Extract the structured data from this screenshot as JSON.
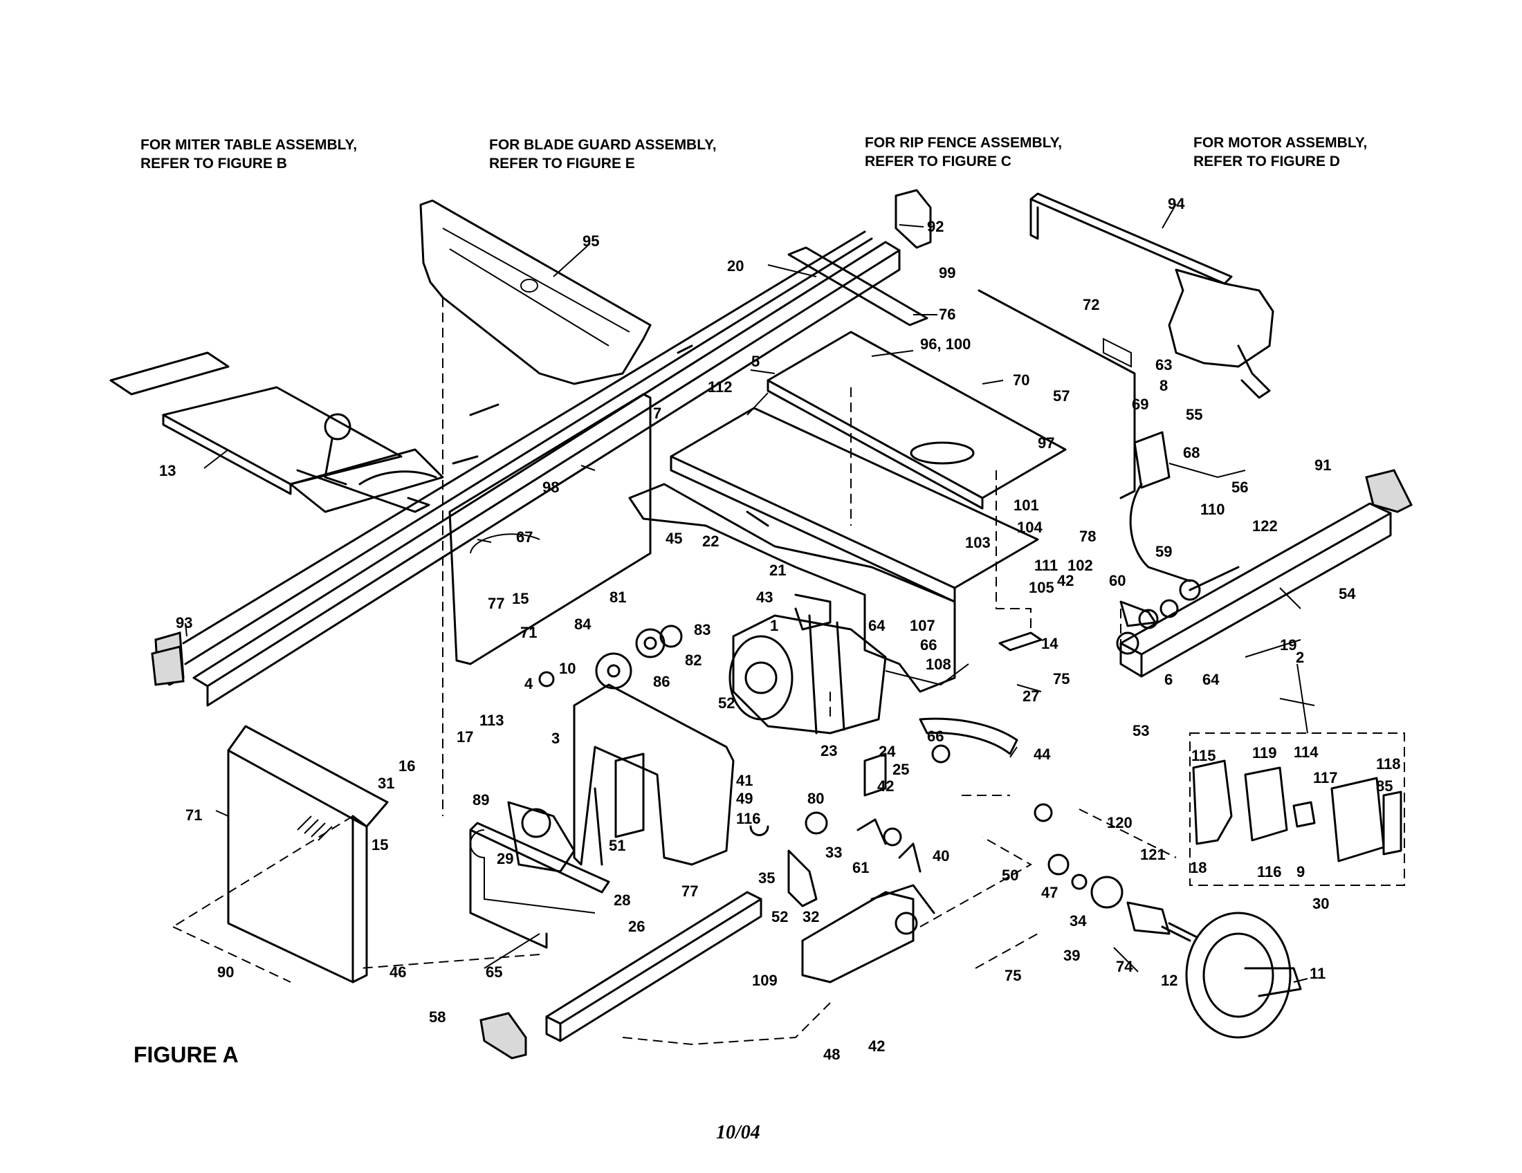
{
  "references": [
    {
      "line1": "FOR MITER TABLE ASSEMBLY,",
      "line2": "REFER TO FIGURE B"
    },
    {
      "line1": "FOR BLADE GUARD ASSEMBLY,",
      "line2": "REFER TO FIGURE E"
    },
    {
      "line1": "FOR RIP FENCE ASSEMBLY,",
      "line2": "REFER TO FIGURE C"
    },
    {
      "line1": "FOR MOTOR ASSEMBLY,",
      "line2": "REFER TO FIGURE D"
    }
  ],
  "figure_title": "FIGURE A",
  "page_code": "10/04",
  "part_labels": [
    "92",
    "94",
    "95",
    "20",
    "99",
    "76",
    "72",
    "96, 100",
    "63",
    "8",
    "70",
    "5",
    "7",
    "57",
    "69",
    "55",
    "112",
    "97",
    "68",
    "56",
    "110",
    "91",
    "13",
    "98",
    "101",
    "104",
    "122",
    "45",
    "22",
    "21",
    "78",
    "59",
    "67",
    "103",
    "111",
    "102",
    "42",
    "60",
    "81",
    "43",
    "105",
    "54",
    "93",
    "15",
    "77",
    "71",
    "84",
    "83",
    "1",
    "64",
    "107",
    "66",
    "108",
    "14",
    "19",
    "82",
    "86",
    "75",
    "2",
    "10",
    "4",
    "52",
    "27",
    "6",
    "64",
    "53",
    "113",
    "3",
    "23",
    "24",
    "66",
    "44",
    "17",
    "16",
    "31",
    "25",
    "42",
    "41",
    "49",
    "116",
    "114",
    "115",
    "119",
    "117",
    "118",
    "85",
    "80",
    "89",
    "51",
    "29",
    "40",
    "33",
    "61",
    "50",
    "47",
    "120",
    "121",
    "116",
    "18",
    "9",
    "15",
    "71",
    "77",
    "28",
    "26",
    "52",
    "32",
    "35",
    "34",
    "30",
    "39",
    "74",
    "12",
    "11",
    "65",
    "109",
    "75",
    "90",
    "46",
    "58",
    "48",
    "42"
  ]
}
